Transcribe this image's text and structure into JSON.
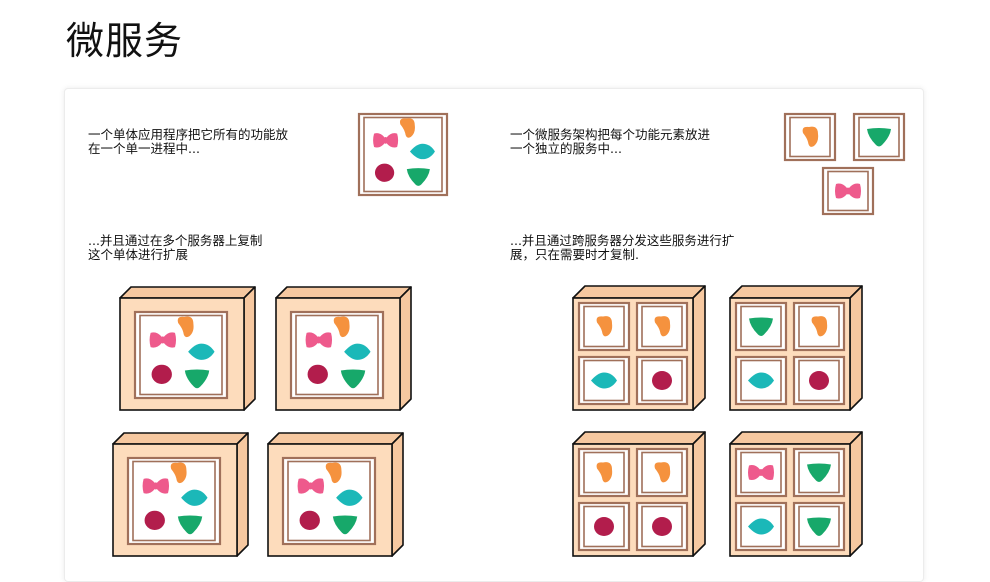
{
  "page": {
    "title": "微服务"
  },
  "captions": {
    "monolith_intro": "一个单体应用程序把它所有的功能放\n在一个单一进程中...",
    "monolith_scale": "...并且通过在多个服务器上复制\n这个单体进行扩展",
    "micro_intro": "一个微服务架构把每个功能元素放进\n一个独立的服务中...",
    "micro_scale": "...并且通过跨服务器分发这些服务进行扩\n展，只在需要时才复制."
  },
  "colors": {
    "frame": "#a0705a",
    "server_front": "#fddcbc",
    "server_side": "#f6c8a0",
    "outline": "#111111",
    "pink": "#ee5a8c",
    "orange": "#f5923e",
    "teal": "#1bb8b8",
    "crimson": "#b21d4c",
    "green": "#17a86a"
  }
}
